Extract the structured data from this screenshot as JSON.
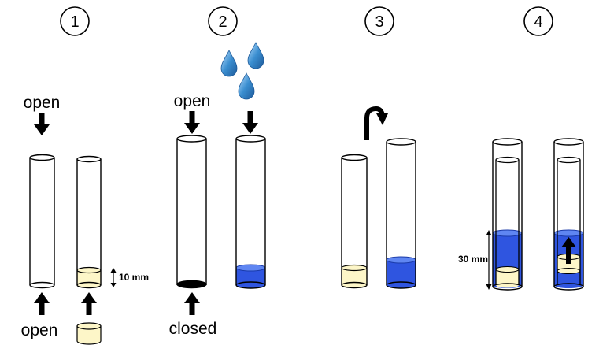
{
  "steps": [
    {
      "number": "1",
      "label_top": "open",
      "label_bottom": "open",
      "dimension": "10 mm"
    },
    {
      "number": "2",
      "label_top": "open",
      "label_bottom": "closed"
    },
    {
      "number": "3"
    },
    {
      "number": "4",
      "dimension": "30 mm"
    }
  ],
  "colors": {
    "tube_outline": "#000000",
    "plug_fill": "#fdf6c8",
    "liquid_fill": "#2f55e0",
    "liquid_top": "#5f86f2",
    "drop_fill": "#3a8ed0",
    "arrow": "#000000"
  }
}
